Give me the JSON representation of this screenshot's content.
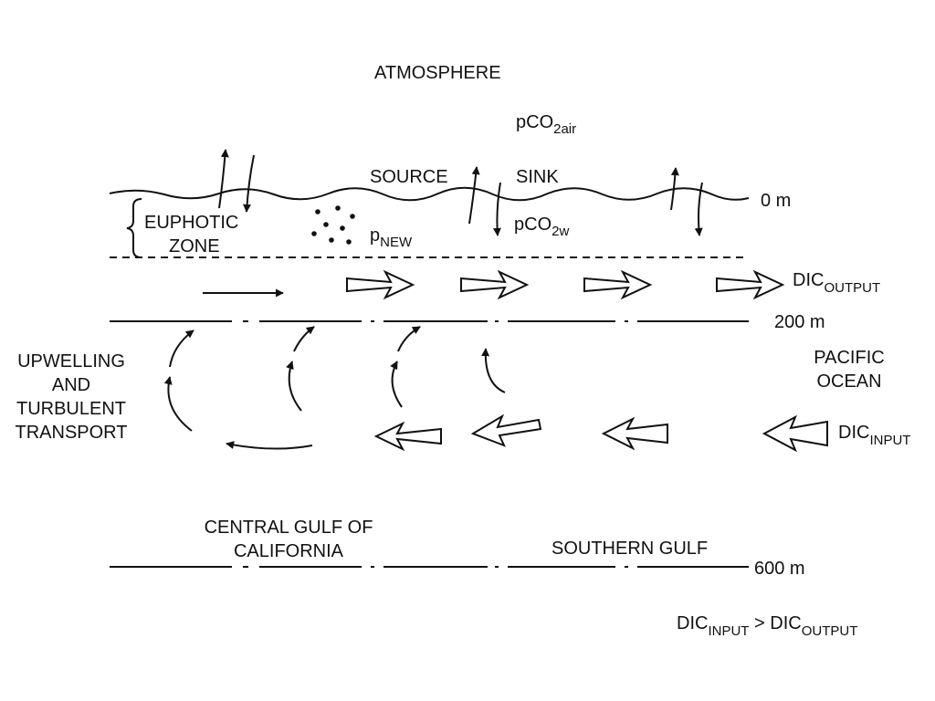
{
  "diagram": {
    "atmosphere": "ATMOSPHERE",
    "pco2_air": {
      "base": "pCO",
      "sub": "2air"
    },
    "source": "SOURCE",
    "sink": "SINK",
    "depth_surface": "0 m",
    "euphotic_line1": "EUPHOTIC",
    "euphotic_line2": "ZONE",
    "p_new": {
      "base": "p",
      "sub": "NEW"
    },
    "pco2_water": {
      "base": "pCO",
      "sub": "2w"
    },
    "dic_output": {
      "base": "DIC",
      "sub": "OUTPUT"
    },
    "depth_200": "200 m",
    "upwelling_lines": [
      "UPWELLING",
      "AND",
      "TURBULENT",
      "TRANSPORT"
    ],
    "pacific_lines": [
      "PACIFIC",
      "OCEAN"
    ],
    "dic_input": {
      "base": "DIC",
      "sub": "INPUT"
    },
    "central_gulf_lines": [
      "CENTRAL GULF OF",
      "CALIFORNIA"
    ],
    "southern_gulf": "SOUTHERN GULF",
    "depth_600": "600 m",
    "relation": {
      "left_base": "DIC",
      "left_sub": "INPUT",
      "operator": " > ",
      "right_base": "DIC",
      "right_sub": "OUTPUT"
    }
  }
}
